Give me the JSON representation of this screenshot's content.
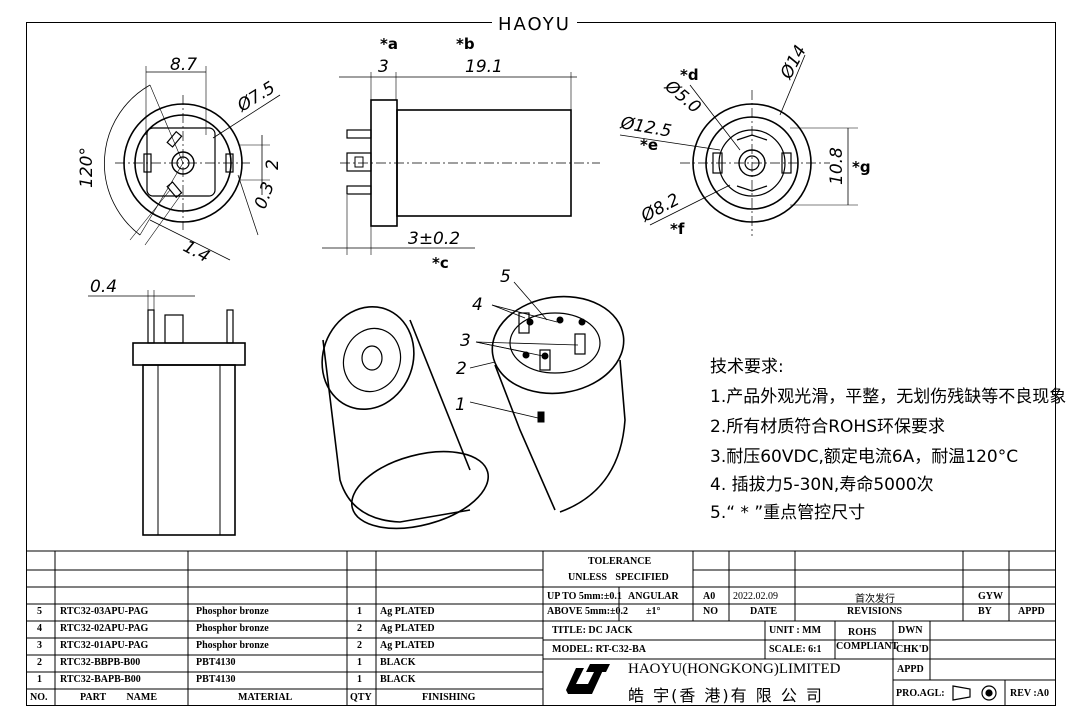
{
  "brand": "HAOYU",
  "dims": {
    "front": {
      "w": "8.7",
      "dia": "Ø7.5",
      "angle": "120°",
      "pin": "2",
      "t": "0.3",
      "slot": "1.4"
    },
    "side": {
      "a_mark": "*a",
      "b_mark": "*b",
      "a": "3",
      "b": "19.1",
      "c": "3±0.2",
      "c_mark": "*c"
    },
    "rear": {
      "d14": "Ø14",
      "d5": "Ø5.0",
      "d_mark": "*d",
      "d125": "Ø12.5",
      "e_mark": "*e",
      "d82": "Ø8.2",
      "f_mark": "*f",
      "h108": "10.8",
      "g_mark": "*g"
    },
    "lower": {
      "t04": "0.4"
    },
    "balloons": [
      "5",
      "4",
      "3",
      "2",
      "1"
    ]
  },
  "notes": {
    "heading": "技术要求:",
    "items": [
      "1.产品外观光滑，平整，无划伤残缺等不良现象",
      "2.所有材质符合ROHS环保要求",
      "3.耐压60VDC,额定电流6A，耐温120°C",
      "4. 插拔力5-30N,寿命5000次",
      "5.“ * ”重点管控尺寸"
    ]
  },
  "bom": {
    "headers": [
      "NO.",
      "PART NAME",
      "MATERIAL",
      "QTY",
      "FINISHING"
    ],
    "rows": [
      [
        "5",
        "RTC32-03APU-PAG",
        "Phosphor bronze",
        "1",
        "Ag PLATED"
      ],
      [
        "4",
        "RTC32-02APU-PAG",
        "Phosphor bronze",
        "2",
        "Ag PLATED"
      ],
      [
        "3",
        "RTC32-01APU-PAG",
        "Phosphor bronze",
        "2",
        "Ag PLATED"
      ],
      [
        "2",
        "RTC32-BBPB-B00",
        "PBT4130",
        "1",
        "BLACK"
      ],
      [
        "1",
        "RTC32-BAPB-B00",
        "PBT4130",
        "1",
        "BLACK"
      ]
    ]
  },
  "tolerance": {
    "title1": "TOLERANCE",
    "title2": "UNLESS SPECIFIED",
    "r1a": "UP TO 5mm:±0.1",
    "r1b": "ANGULAR",
    "r2a": "ABOVE 5mm:±0.2",
    "r2b": "±1°"
  },
  "revisions": {
    "rev": "A0",
    "date": "2022.02.09",
    "desc": "首次发行",
    "by": "GYW",
    "h_no": "NO",
    "h_date": "DATE",
    "h_rev": "REVISIONS",
    "h_by": "BY",
    "h_appd": "APPD"
  },
  "title_block": {
    "title": "TITLE: DC JACK",
    "model": "MODEL: RT-C32-BA",
    "unit": "UNIT : MM",
    "scale": "SCALE: 6:1",
    "rohs1": "ROHS",
    "rohs2": "COMPLIANT",
    "dwn": "DWN",
    "chkd": "CHK'D",
    "appd": "APPD",
    "company_en": "HAOYU(HONGKONG)LIMITED",
    "company_cn": "皓 宇(香 港)有 限 公 司",
    "proagl": "PRO.AGL:",
    "rev": "REV :A0"
  }
}
